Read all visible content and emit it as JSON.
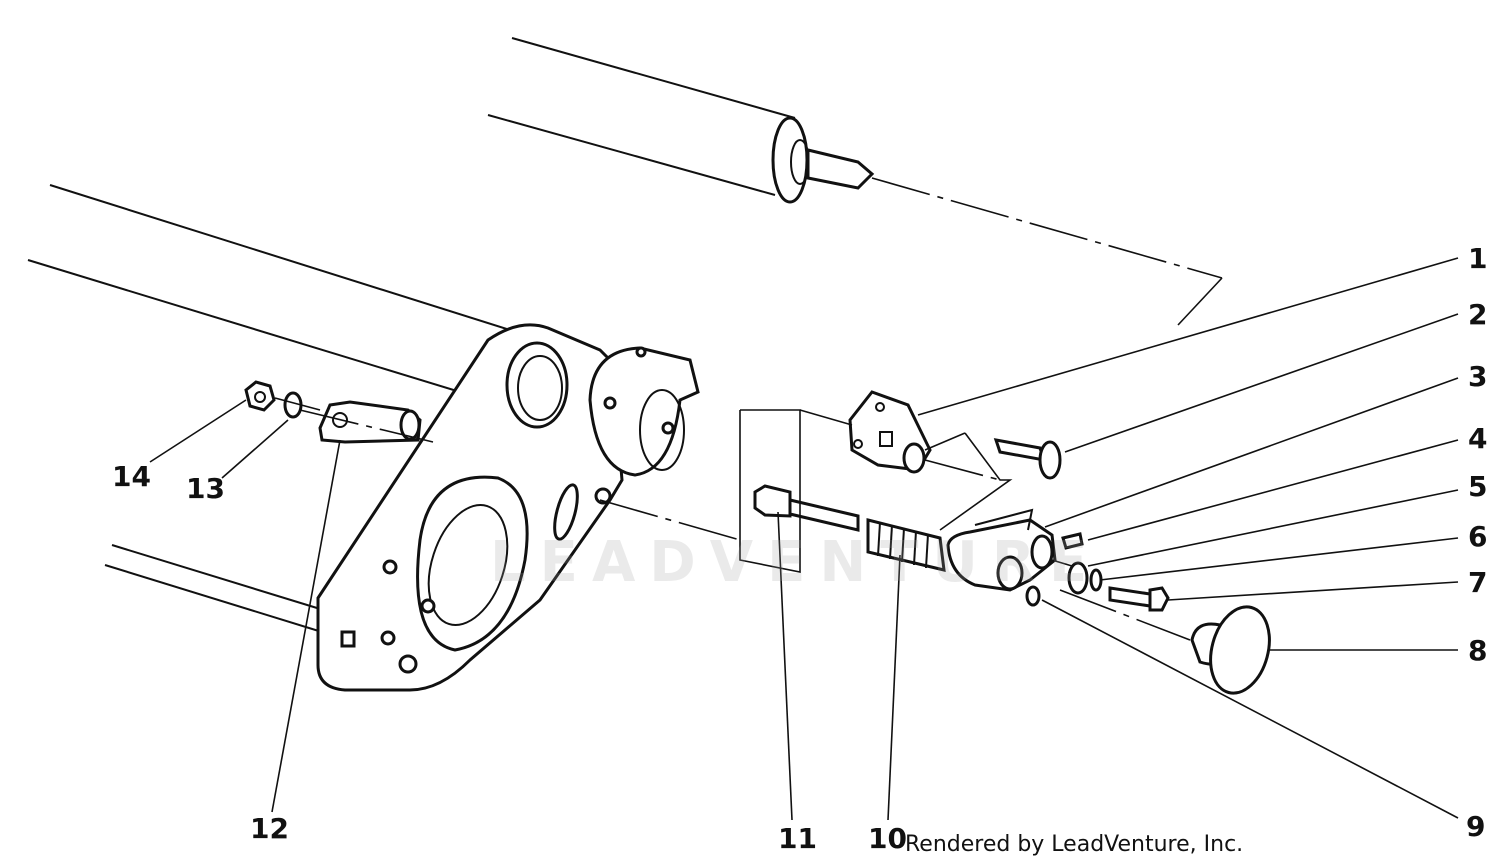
{
  "callouts": [
    "1",
    "2",
    "3",
    "4",
    "5",
    "6",
    "7",
    "8",
    "9",
    "10",
    "11",
    "12",
    "13",
    "14"
  ],
  "credit": "Rendered by LeadVenture, Inc.",
  "watermark": "LEADVENTURE"
}
